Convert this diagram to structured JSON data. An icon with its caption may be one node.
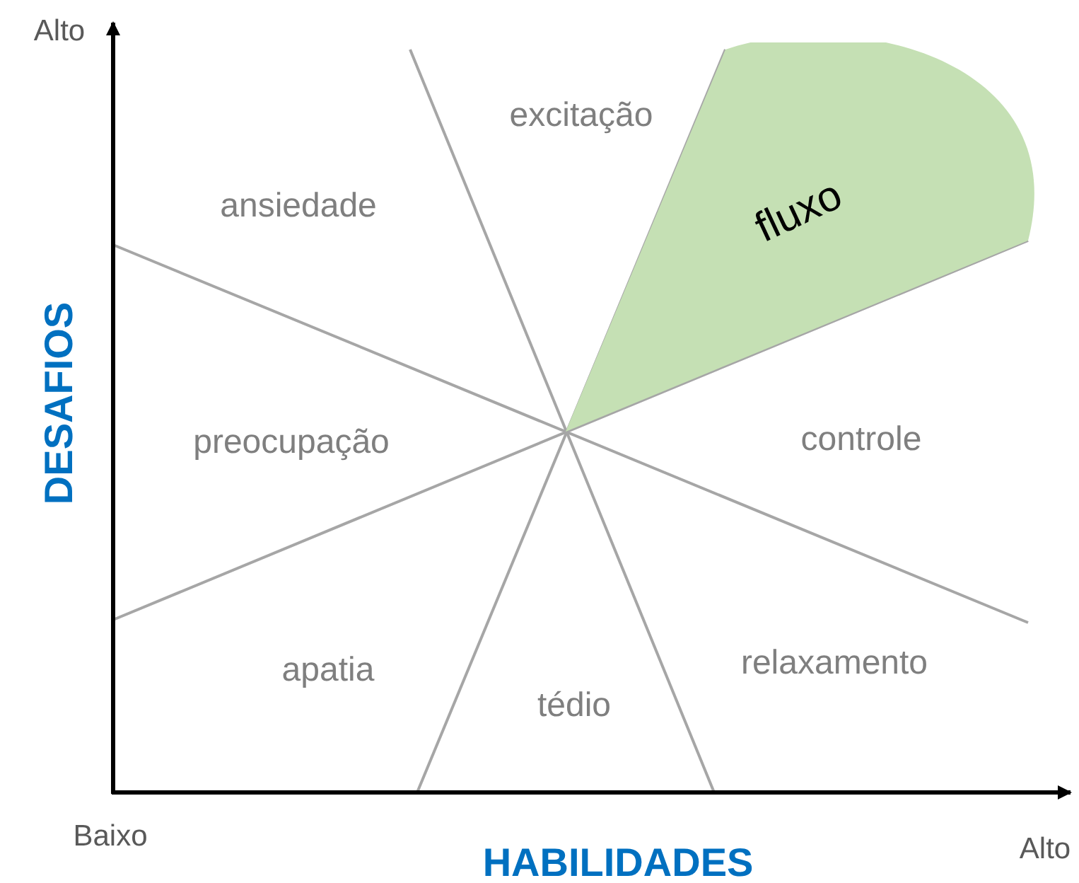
{
  "diagram": {
    "nodes": [
      {
        "text": [
          "fluxo"
        ]
      }
    ],
    "labels": [
      "Alto",
      "excitação",
      "ansiedade",
      "DESAFIOS",
      "preocupação",
      "controle",
      "apatia",
      "tédio",
      "relaxamento",
      "Baixo",
      "HABILIDADES",
      "Alto"
    ]
  }
}
